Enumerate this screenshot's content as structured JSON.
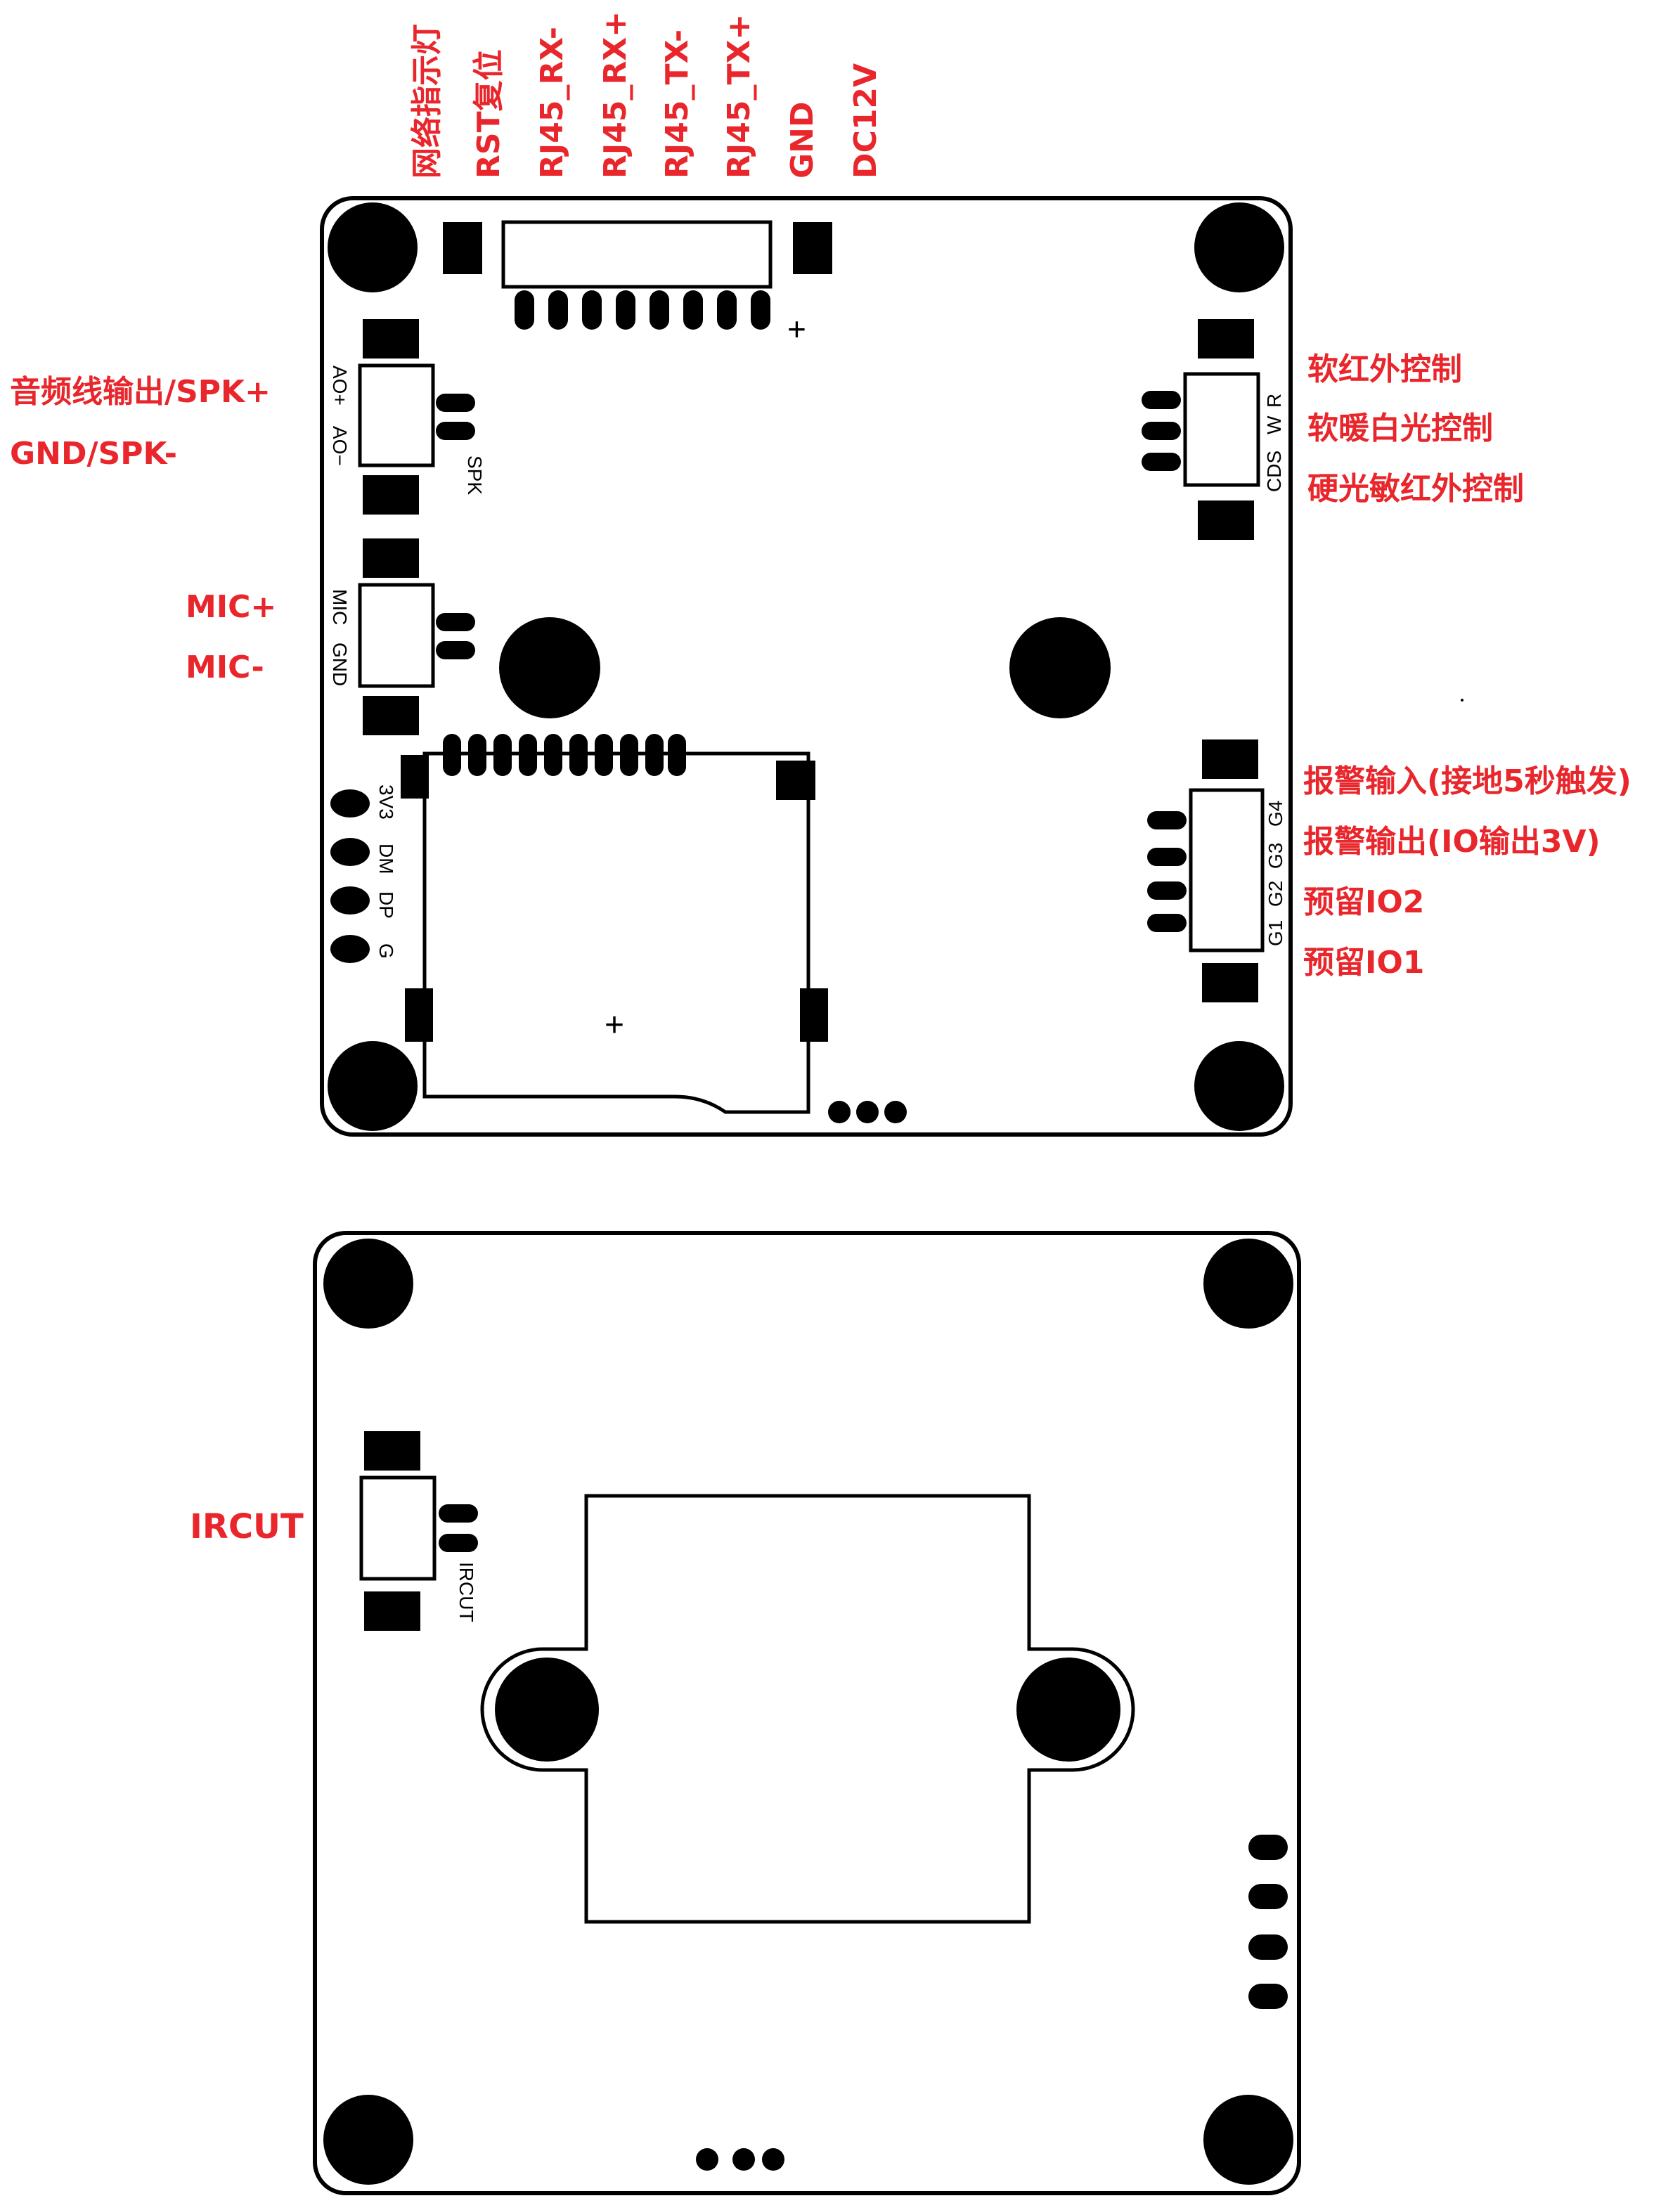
{
  "colors": {
    "label": "#e8262b",
    "ink": "#000000",
    "board": "#ffffff"
  },
  "top_board": {
    "header_pins": [
      "网络指示灯",
      "RST复位",
      "RJ45_RX-",
      "RJ45_RX+",
      "RJ45_TX-",
      "RJ45_TX+",
      "GND",
      "DC12V"
    ],
    "left_labels": {
      "spk_pos": "音频线输出/SPK+",
      "spk_neg": "GND/SPK-",
      "mic_pos": "MIC+",
      "mic_neg": "MIC-"
    },
    "right_labels": {
      "ir_soft": "软红外控制",
      "white_light": "软暖白光控制",
      "ir_hard": "硬光敏红外控制",
      "alarm_in": "报警输入(接地5秒触发)",
      "alarm_out": "报警输出(IO输出3V)",
      "io2": "预留IO2",
      "io1": "预留IO1"
    },
    "silkscreen": {
      "ao_pos": "AO+",
      "ao_neg": "AO−",
      "spk": "SPK",
      "mic": "MIC",
      "gnd": "GND",
      "usb_3v3": "3V3",
      "usb_dm": "DM",
      "usb_dp": "DP",
      "usb_g": "G",
      "r": "R",
      "w": "W",
      "cds": "CDS",
      "g4": "G4",
      "g3": "G3",
      "g2": "G2",
      "g1": "G1",
      "plus_header": "+",
      "plus_sd": "+"
    }
  },
  "bottom_board": {
    "ircut_label": "IRCUT",
    "silk_ircut": "IRCUT"
  }
}
